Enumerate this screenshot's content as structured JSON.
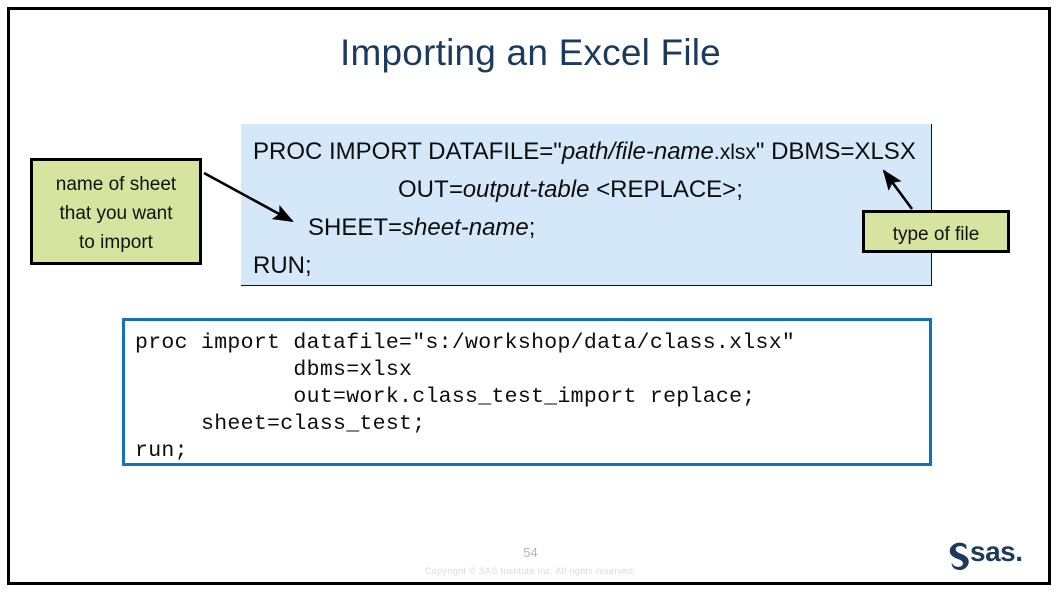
{
  "slide": {
    "title": "Importing an Excel File",
    "title_color": "#1b3a5c",
    "frame_color": "#000000",
    "background": "#ffffff"
  },
  "syntax_box": {
    "fill_color": "#d4e8fa",
    "border_color": "#111111",
    "lines": [
      {
        "id": "line-1",
        "segments": [
          {
            "text": "PROC IMPORT DATAFILE=\"",
            "style": "normal"
          },
          {
            "text": "path/file-name",
            "style": "italic"
          },
          {
            "text": ".xlsx",
            "style": "small"
          },
          {
            "text": "\" DBMS=XLSX",
            "style": "normal"
          }
        ]
      },
      {
        "id": "line-2",
        "segments": [
          {
            "text": "OUT",
            "style": "normal"
          },
          {
            "text": "=output-table",
            "style": "italic"
          },
          {
            "text": " <REPLACE>;",
            "style": "normal"
          }
        ]
      },
      {
        "id": "line-3",
        "segments": [
          {
            "text": "SHEET=",
            "style": "normal"
          },
          {
            "text": "sheet-name",
            "style": "italic"
          },
          {
            "text": ";",
            "style": "normal"
          }
        ]
      },
      {
        "id": "line-4",
        "segments": [
          {
            "text": "RUN;",
            "style": "normal"
          }
        ]
      }
    ]
  },
  "callouts": {
    "left": {
      "label": "name of sheet that you want to import",
      "line1": "name  of sheet",
      "line2": "that you want",
      "line3": "to import",
      "fill_color": "#d6e4a0",
      "border_color": "#000000",
      "points_to": "SHEET=sheet-name"
    },
    "right": {
      "label": "type of file",
      "fill_color": "#d6e4a0",
      "border_color": "#000000",
      "points_to": "DBMS=XLSX"
    }
  },
  "code_box": {
    "border_color": "#1272bd",
    "background": "#ffffff",
    "lines": [
      "proc import datafile=\"s:/workshop/data/class.xlsx\"",
      "            dbms=xlsx",
      "            out=work.class_test_import replace;",
      "     sheet=class_test;",
      "run;"
    ]
  },
  "footer": {
    "page_number": "54",
    "copyright": "Copyright © SAS Institute Inc. All rights reserved.",
    "logo_text": "sas.",
    "logo_icon": "sas-swirl-icon",
    "logo_color": "#1b3a5c"
  }
}
